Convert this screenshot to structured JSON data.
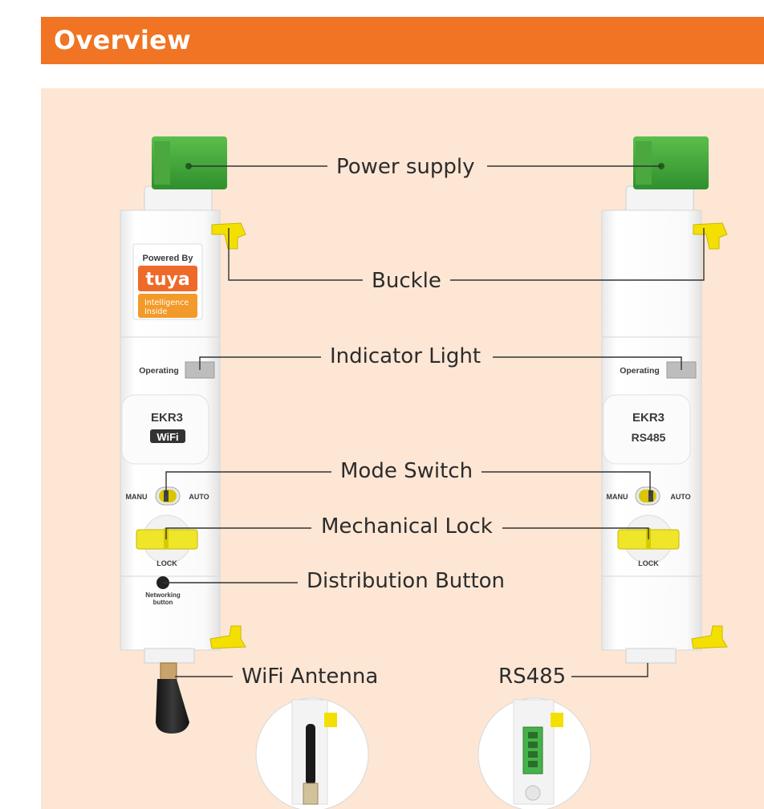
{
  "header": {
    "title": "Overview"
  },
  "callouts": {
    "power_supply": "Power supply",
    "buckle": "Buckle",
    "indicator_light": "Indicator Light",
    "mode_switch": "Mode Switch",
    "mechanical_lock": "Mechanical Lock",
    "distribution_button": "Distribution Button",
    "wifi_antenna": "WiFi Antenna",
    "rs485": "RS485"
  },
  "device_left": {
    "badge_top": "Powered By",
    "badge_brand": "tuya",
    "badge_bottom_1": "Intelligence",
    "badge_bottom_2": "Inside",
    "operating": "Operating",
    "model": "EKR3",
    "variant": "WiFi",
    "manu": "MANU",
    "auto": "AUTO",
    "lock": "LOCK",
    "networking_1": "Networking",
    "networking_2": "button"
  },
  "device_right": {
    "operating": "Operating",
    "model": "EKR3",
    "variant": "RS485",
    "manu": "MANU",
    "auto": "AUTO",
    "lock": "LOCK"
  },
  "colors": {
    "header": "#f07423",
    "panel": "#fde6d4",
    "terminal_green": "#3fae3a",
    "yellow": "#f3e000",
    "tuya_orange": "#ee6a2a"
  }
}
